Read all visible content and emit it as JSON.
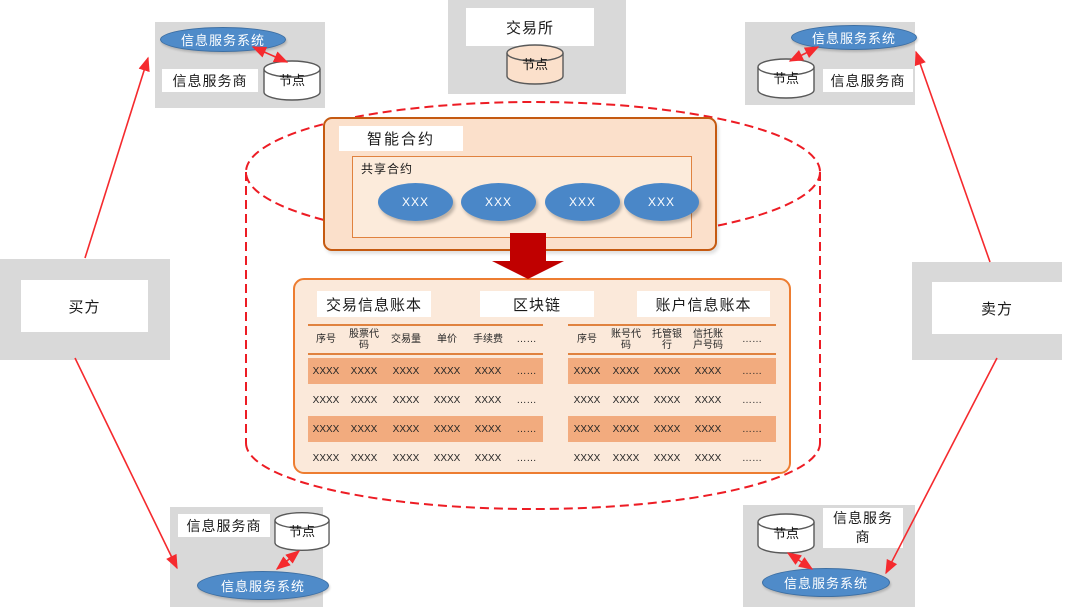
{
  "colors": {
    "panel_gray": "#d9d9d9",
    "ellipse_blue": "#4f8bc9",
    "peach_fill": "#fbe0cb",
    "blockchain_fill": "#fbe9da",
    "border_orange": "#ed7d31",
    "contract_border": "#c55a11",
    "row_shaded": "#f2ab7e",
    "dashed_red": "#ed1c24",
    "arrow_red": "#f52a2e",
    "block_arrow_red": "#c00000"
  },
  "exchange": {
    "label": "交易所",
    "node_label": "节点"
  },
  "buyer_label": "买方",
  "seller_label": "卖方",
  "info_service": {
    "system_label": "信息服务系统",
    "provider_label": "信息服务商",
    "node_label": "节点"
  },
  "smart_contract": {
    "title": "智能合约",
    "shared_title": "共享合约",
    "contracts": [
      "XXX",
      "XXX",
      "XXX",
      "XXX"
    ]
  },
  "blockchain": {
    "center_label": "区块链",
    "ledgers": [
      {
        "title": "交易信息账本",
        "headers": [
          "序号",
          "股票代码",
          "交易量",
          "单价",
          "手续费",
          "……"
        ],
        "rows": [
          [
            "XXXX",
            "XXXX",
            "XXXX",
            "XXXX",
            "XXXX",
            "……"
          ],
          [
            "XXXX",
            "XXXX",
            "XXXX",
            "XXXX",
            "XXXX",
            "……"
          ],
          [
            "XXXX",
            "XXXX",
            "XXXX",
            "XXXX",
            "XXXX",
            "……"
          ],
          [
            "XXXX",
            "XXXX",
            "XXXX",
            "XXXX",
            "XXXX",
            "……"
          ]
        ]
      },
      {
        "title": "账户信息账本",
        "headers": [
          "序号",
          "账号代码",
          "托管银行",
          "信托账户号码",
          "……"
        ],
        "rows": [
          [
            "XXXX",
            "XXXX",
            "XXXX",
            "XXXX",
            "……"
          ],
          [
            "XXXX",
            "XXXX",
            "XXXX",
            "XXXX",
            "……"
          ],
          [
            "XXXX",
            "XXXX",
            "XXXX",
            "XXXX",
            "……"
          ],
          [
            "XXXX",
            "XXXX",
            "XXXX",
            "XXXX",
            "……"
          ]
        ]
      }
    ]
  }
}
